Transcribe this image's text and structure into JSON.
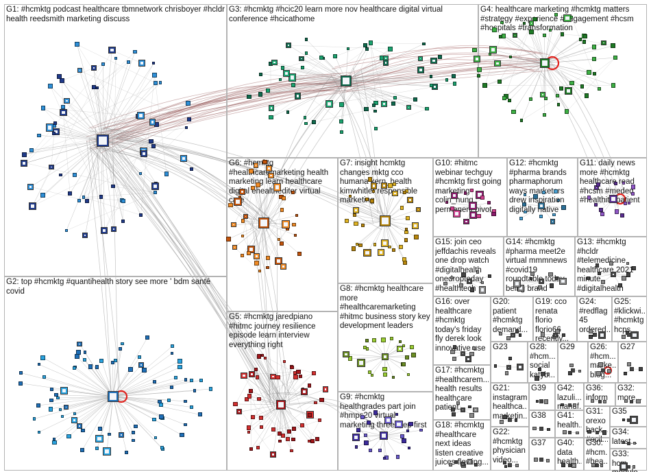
{
  "groups": [
    {
      "id": "G1",
      "label": "G1: #hcmktg podcast healthcare tbmnetwork chrisboyer #hcldr health reedsmith marketing discuss",
      "color": "#1f3a8a",
      "accent": "#2d8fd8"
    },
    {
      "id": "G2",
      "label": "G2: top #hcmktg #quantihealth story see more ' bdm santé covid",
      "color": "#1e6fb8",
      "accent": "#29a3e0"
    },
    {
      "id": "G3",
      "label": "G3: #hcmktg #hcic20 learn more nov healthcare digital virtual conference #hcicathome",
      "color": "#0f6b4e",
      "accent": "#1aa36f"
    },
    {
      "id": "G4",
      "label": "G4: healthcare marketing #hcmktg matters #strategy #experience #engagement #hcsm #hospitals #transformation",
      "color": "#1d7a24",
      "accent": "#3cb043"
    },
    {
      "id": "G5",
      "label": "G5: #hcmktg jaredpiano #hitmc journey resilience episode learn interview everything right",
      "color": "#a3161a",
      "accent": "#d32f2f"
    },
    {
      "id": "G6",
      "label": "G6: #hcmktg #healthcaremarketing health marketing learn healthcare digital ehealtheditor virtual care",
      "color": "#c2530a",
      "accent": "#f08a24"
    },
    {
      "id": "G7",
      "label": "G7: insight hcmktg changes mktg cco humana kern_health kimwhitler responsible marketing",
      "color": "#b8860b",
      "accent": "#e0b323"
    },
    {
      "id": "G8",
      "label": "G8: #hcmktg healthcare more #healthcaremarketing #hitmc business story key development leaders",
      "color": "#6b8e23",
      "accent": "#9acd32"
    },
    {
      "id": "G9",
      "label": "G9: #hcmktg healthgrades part join #hmps20 virtual marketing three step first",
      "color": "#3c2a9c",
      "accent": "#6a5acd"
    },
    {
      "id": "G10",
      "label": "G10: #hitmc webinar techguy #hcmktg first going marketing colin_hung permanent pivot",
      "color": "#8b1a6b",
      "accent": "#d1408f"
    },
    {
      "id": "G11",
      "label": "G11: daily news more #hcmktg healthcare read #hcsm #meded #healthit #patient",
      "color": "#5a2d91",
      "accent": "#9057c7"
    },
    {
      "id": "G12",
      "label": "G12: #hcmktg #pharma brands pharmaphorum ways marketers drew inspiration digitally native",
      "color": "#2a6f97",
      "accent": "#4aa3d6"
    },
    {
      "id": "G13",
      "label": "G13: #hcmktg #hcldr #telemedicine healthcare 2021 minute #digitalhealth",
      "color": "#444444",
      "accent": "#888888"
    },
    {
      "id": "G14",
      "label": "G14: #hcmktg #pharma meet2e virtual mmmnews #covid19 roundtable today being brand",
      "color": "#444444",
      "accent": "#888888"
    },
    {
      "id": "G15",
      "label": "G15: join ceo jeffdachis reveals one drop watch #digitalhealth onedroptoday #healthtech",
      "color": "#444444",
      "accent": "#888888"
    },
    {
      "id": "G16",
      "label": "G16: over healthcare #hcmktg today's friday fly derek look innovative use",
      "color": "#444444",
      "accent": "#888888"
    },
    {
      "id": "G17",
      "label": "G17: #hcmktg #healthcarem... health results healthcare patient...",
      "color": "#444444",
      "accent": "#888888"
    },
    {
      "id": "G18",
      "label": "G18: #hcmktg #healthcare next ideas listen creative juices flowing...",
      "color": "#444444",
      "accent": "#888888"
    },
    {
      "id": "G19",
      "label": "G19: cco renata florio florio66 recently...",
      "color": "#444444",
      "accent": "#888888"
    },
    {
      "id": "G20",
      "label": "G20: patient #hcmktg demand...",
      "color": "#444444",
      "accent": "#888888"
    },
    {
      "id": "G21",
      "label": "G21: instagram healthca... marketin...",
      "color": "#444444",
      "accent": "#888888"
    },
    {
      "id": "G22",
      "label": "G22: #hcmktg physician video...",
      "color": "#444444",
      "accent": "#888888"
    },
    {
      "id": "G23",
      "label": "G23",
      "color": "#444444",
      "accent": "#888888"
    },
    {
      "id": "G24",
      "label": "G24: #redflag 45 ordered...",
      "color": "#444444",
      "accent": "#888888"
    },
    {
      "id": "G25",
      "label": "G25: #klickwi... #hcmktg hcps...",
      "color": "#444444",
      "accent": "#888888"
    },
    {
      "id": "G26",
      "label": "G26: #hcm... marke... blog...",
      "color": "#444444",
      "accent": "#888888"
    },
    {
      "id": "G27",
      "label": "G27",
      "color": "#444444",
      "accent": "#888888"
    },
    {
      "id": "G28",
      "label": "G28: #hcm... social katyb...",
      "color": "#444444",
      "accent": "#888888"
    },
    {
      "id": "G29",
      "label": "G29",
      "color": "#444444",
      "accent": "#888888"
    },
    {
      "id": "G30",
      "label": "G30: #hcm... #hea...",
      "color": "#444444",
      "accent": "#888888"
    },
    {
      "id": "G31",
      "label": "G31: orexo back... #ecil...",
      "color": "#444444",
      "accent": "#888888"
    },
    {
      "id": "G32",
      "label": "G32: more...",
      "color": "#444444",
      "accent": "#888888"
    },
    {
      "id": "G33",
      "label": "G33: hcm module...",
      "color": "#444444",
      "accent": "#888888"
    },
    {
      "id": "G34",
      "label": "G34: latest...",
      "color": "#444444",
      "accent": "#888888"
    },
    {
      "id": "G35",
      "label": "G35",
      "color": "#444444",
      "accent": "#888888"
    },
    {
      "id": "G36",
      "label": "G36: inform",
      "color": "#444444",
      "accent": "#888888"
    },
    {
      "id": "G37",
      "label": "G37",
      "color": "#444444",
      "accent": "#888888"
    },
    {
      "id": "G38",
      "label": "G38",
      "color": "#444444",
      "accent": "#888888"
    },
    {
      "id": "G39",
      "label": "G39",
      "color": "#444444",
      "accent": "#888888"
    },
    {
      "id": "G40",
      "label": "G40: data health...",
      "color": "#444444",
      "accent": "#888888"
    },
    {
      "id": "G41",
      "label": "G41: health...",
      "color": "#444444",
      "accent": "#888888"
    },
    {
      "id": "G42",
      "label": "G42: lazuli... manuf...",
      "color": "#444444",
      "accent": "#888888"
    }
  ]
}
